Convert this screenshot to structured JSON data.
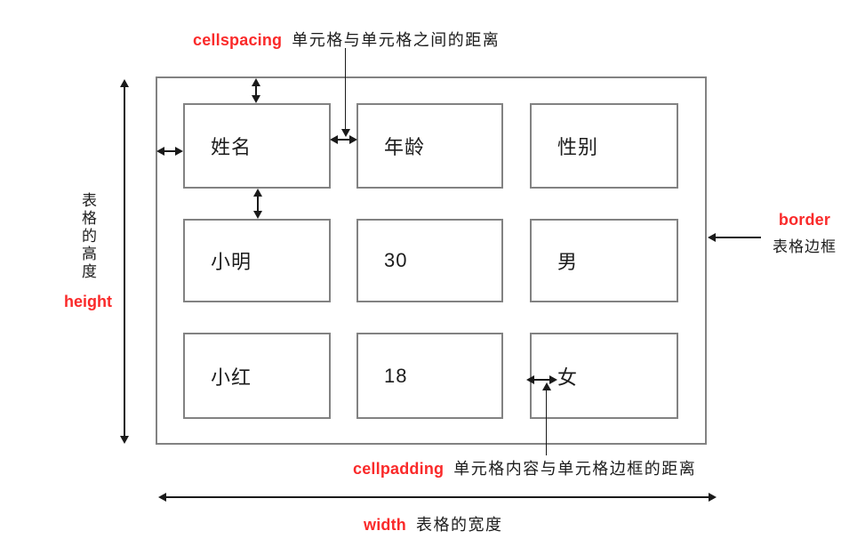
{
  "colors": {
    "accent_red": "#fa2a2a",
    "table_border": "#828282",
    "line": "#1a1a1a",
    "text": "#1c1c1c",
    "background": "#ffffff"
  },
  "table": {
    "rows": [
      [
        "姓名",
        "年龄",
        "性别"
      ],
      [
        "小明",
        "30",
        "男"
      ],
      [
        "小红",
        "18",
        "女"
      ]
    ]
  },
  "annotations": {
    "cellspacing": {
      "keyword": "cellspacing",
      "description": "单元格与单元格之间的距离"
    },
    "cellpadding": {
      "keyword": "cellpadding",
      "description": "单元格内容与单元格边框的距离"
    },
    "border": {
      "keyword": "border",
      "description": "表格边框"
    },
    "width": {
      "keyword": "width",
      "description": "表格的宽度"
    },
    "height": {
      "keyword": "height",
      "description": "表格的高度"
    }
  }
}
